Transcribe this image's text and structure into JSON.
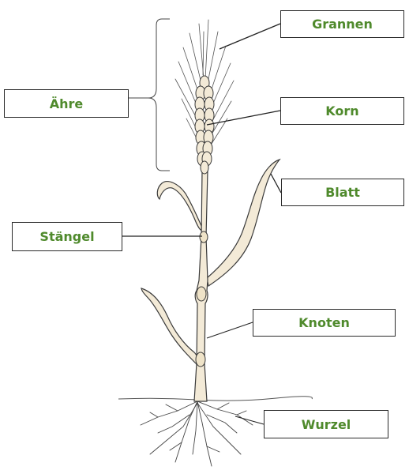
{
  "diagram": {
    "labels": {
      "grannen": "Grannen",
      "aehre": "Ähre",
      "korn": "Korn",
      "blatt": "Blatt",
      "staengel": "Stängel",
      "knoten": "Knoten",
      "wurzel": "Wurzel"
    },
    "colors": {
      "label_text": "#4f8a2c",
      "plant_fill": "#f3ead7",
      "outline": "#3a3a3a"
    }
  }
}
